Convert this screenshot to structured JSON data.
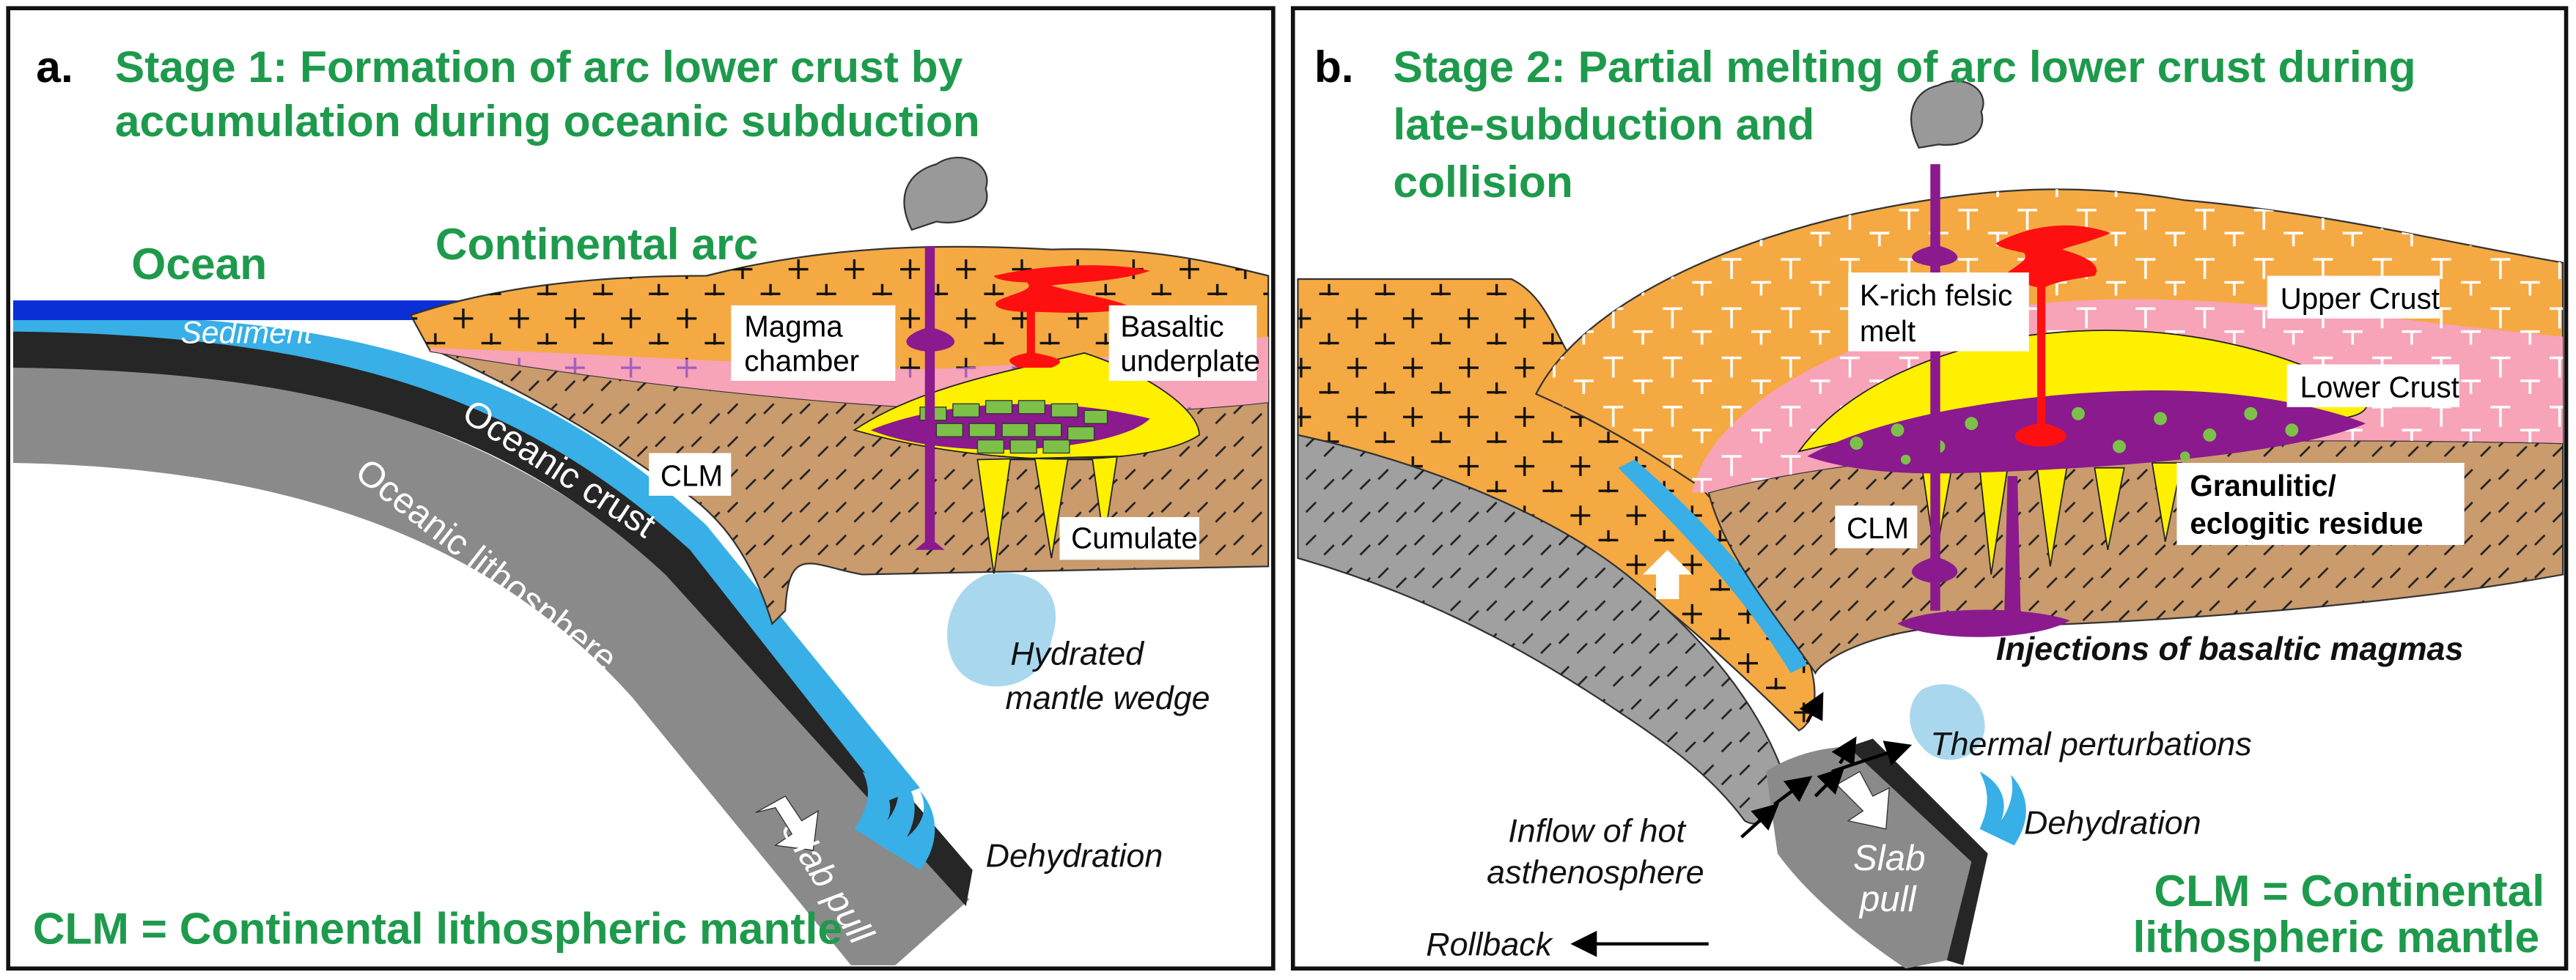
{
  "panel_a": {
    "letter": "a.",
    "title_line1": "Stage 1: Formation of arc lower crust by",
    "title_line2": "accumulation during oceanic subduction",
    "ocean": "Ocean",
    "continental_arc": "Continental arc",
    "sediment": "Sediment",
    "magma_chamber_1": "Magma",
    "magma_chamber_2": "chamber",
    "basaltic_1": "Basaltic",
    "basaltic_2": "underplate",
    "clm": "CLM",
    "cumulate": "Cumulate",
    "oceanic_crust": "Oceanic crust",
    "oceanic_lithosphere": "Oceanic lithosphere",
    "slab_pull": "Slab pull",
    "hydrated_1": "Hydrated",
    "hydrated_2": "mantle wedge",
    "dehydration": "Dehydration",
    "footnote": "CLM = Continental lithospheric mantle"
  },
  "panel_b": {
    "letter": "b.",
    "title_line1": "Stage 2: Partial melting of arc lower crust during",
    "title_line2": "late-subduction and",
    "title_line3": "collision",
    "felsic_1": "K-rich felsic",
    "felsic_2": "melt",
    "upper_crust": "Upper Crust",
    "lower_crust": "Lower Crust",
    "residue_1": "Granulitic/",
    "residue_2": "eclogitic residue",
    "clm": "CLM",
    "injections": "Injections of basaltic magmas",
    "thermal": "Thermal perturbations",
    "inflow_1": "Inflow of hot",
    "inflow_2": "asthenosphere",
    "slab_1": "Slab",
    "slab_2": "pull",
    "dehydration": "Dehydration",
    "rollback": "Rollback",
    "footnote_1": "CLM = Continental",
    "footnote_2": "lithospheric mantle"
  },
  "colors": {
    "title_green": "#1e9a4c",
    "upper_crust": "#f5a942",
    "lower_crust": "#f7a3b8",
    "clm": "#c99b6d",
    "magma": "#8a1a8e",
    "underplate": "#fff000",
    "felsic_melt": "#ff1010",
    "cumulate": "#7cc04a",
    "sediment": "#38afe6",
    "ocean": "#0a2fd6",
    "oceanic_crust": "#262626",
    "oceanic_lithosphere": "#8a8a8a"
  }
}
